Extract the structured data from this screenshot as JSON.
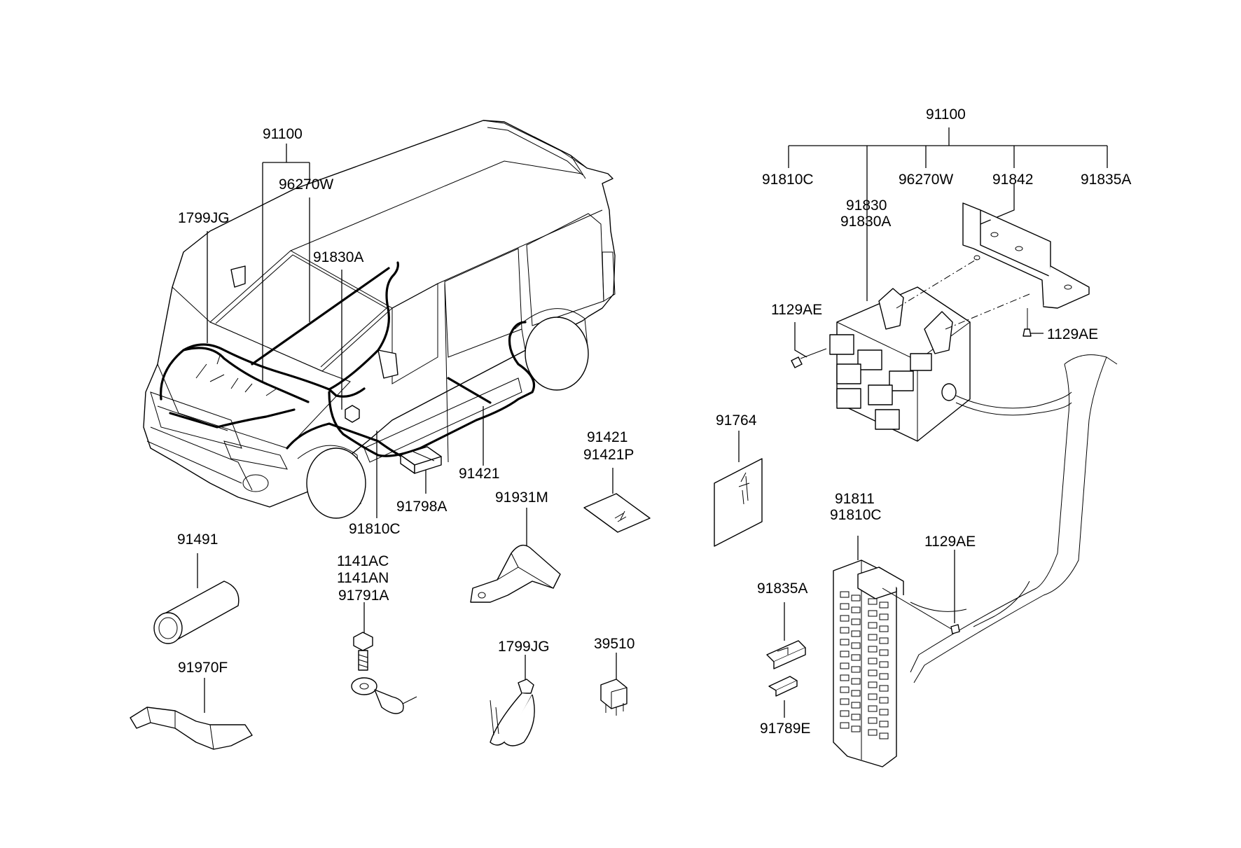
{
  "labels": {
    "l_91100_left": "91100",
    "l_96270w_left": "96270W",
    "l_1799jg_top": "1799JG",
    "l_91830a_car": "91830A",
    "l_91421_car": "91421",
    "l_91798a": "91798A",
    "l_91810c_car": "91810C",
    "l_91421_card": "91421",
    "l_91421p_card": "91421P",
    "l_91931m": "91931M",
    "l_91491": "91491",
    "l_91970f": "91970F",
    "l_1141ac": "1141AC",
    "l_1141an": "1141AN",
    "l_91791a": "91791A",
    "l_1799jg_tie": "1799JG",
    "l_39510": "39510",
    "l_91764": "91764",
    "l_91100_right": "91100",
    "l_91810c_top": "91810C",
    "l_96270w_right": "96270W",
    "l_91842": "91842",
    "l_91835a_top": "91835A",
    "l_91830": "91830",
    "l_91830a_right": "91830A",
    "l_1129ae_left": "1129AE",
    "l_1129ae_right": "1129AE",
    "l_91811": "91811",
    "l_91810c_box": "91810C",
    "l_1129ae_box": "1129AE",
    "l_91835a_fuse": "91835A",
    "l_91789e": "91789E"
  }
}
